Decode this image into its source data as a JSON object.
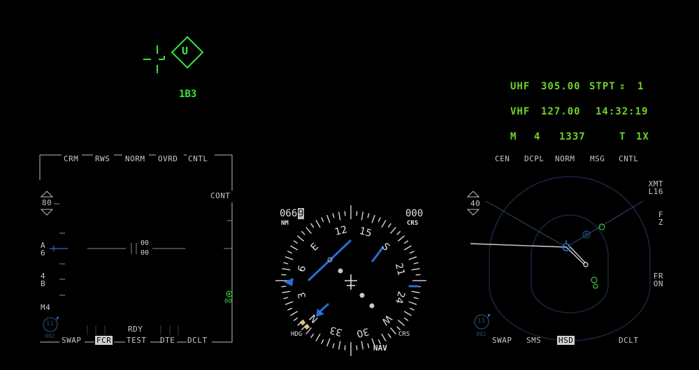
{
  "hud": {
    "target_symbol": "U",
    "range_readout": "1B3",
    "color": "#39e639"
  },
  "ded": {
    "color": "#6fd22e",
    "rows": [
      {
        "label": "UHF",
        "value": "305.00",
        "right_label": "STPT",
        "arrow": "⇕",
        "right_value": "1"
      },
      {
        "label": "VHF",
        "value": "127.00",
        "right_label": "",
        "arrow": "",
        "right_value": "14:32:19"
      },
      {
        "label": "M",
        "value": "4",
        "code": "1337",
        "right_label": "T",
        "arrow": "",
        "right_value": "1X"
      }
    ]
  },
  "fcr_mfd": {
    "top_osb": [
      "CRM",
      "RWS",
      "NORM",
      "OVRD",
      "CNTL"
    ],
    "bottom_osb": [
      "SWAP",
      "FCR",
      "TEST",
      "DTE",
      "DCLT"
    ],
    "selected": "FCR",
    "status": "RDY",
    "range": "80",
    "right_label": "CONT",
    "azimuth_label": [
      "A",
      "6"
    ],
    "bar_label": [
      "4",
      "B"
    ],
    "mode_label": "M4",
    "center_readout_top": "00",
    "center_readout_bottom": "00",
    "clock_value": "11",
    "bottom_left_small": "002",
    "target_readout": "00"
  },
  "hsi": {
    "distance": "066",
    "distance_frac": "9",
    "distance_unit": "NM",
    "course": "000",
    "course_label": "CRS",
    "hdg_label": "HDG",
    "crs_label": "CRS",
    "nav_label": "NAV",
    "compass_labels": [
      "12",
      "15",
      "S",
      "21",
      "24",
      "W",
      "30",
      "33",
      "N",
      "3",
      "6",
      "E"
    ],
    "accent_color": "#2a6fd4"
  },
  "hsd_mfd": {
    "top_osb": [
      "CEN",
      "DCPL",
      "NORM",
      "MSG",
      "CNTL"
    ],
    "bottom_osb": [
      "SWAP",
      "SMS",
      "HSD",
      "DCLT"
    ],
    "selected": "HSD",
    "range": "40",
    "right_labels": [
      [
        "XMT",
        "L16"
      ],
      [
        "F",
        "Z"
      ],
      [
        "FR",
        "ON"
      ]
    ],
    "clock_value": "11",
    "bottom_left_small": "002"
  }
}
